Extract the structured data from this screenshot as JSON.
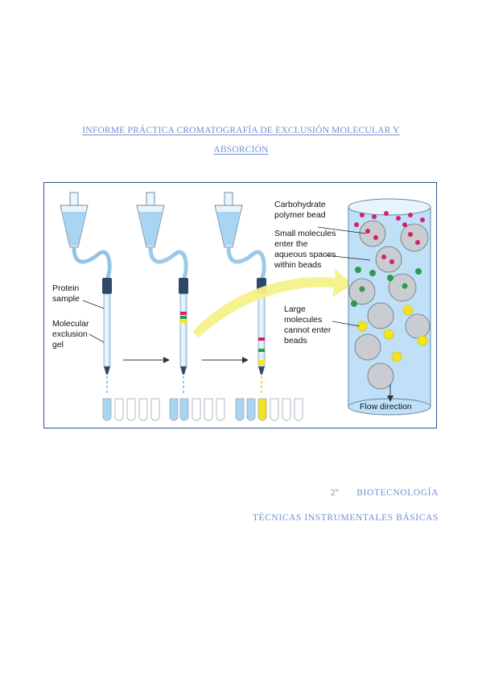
{
  "document": {
    "title_line1": "INFORME PRÁCTICA CROMATOGRAFÍA DE EXCLUSIÓN MOLECULAR Y",
    "title_line2": "ABSORCIÓN",
    "course_number": "2º",
    "course_name": "BIOTECNOLOGÍA",
    "subject": "TÉCNICAS INSTRUMENTALES BÁSICAS"
  },
  "figure": {
    "labels": {
      "protein_sample_1": "Protein",
      "protein_sample_2": "sample",
      "gel_1": "Molecular",
      "gel_2": "exclusion",
      "gel_3": "gel",
      "bead_1": "Carbohydrate",
      "bead_2": "polymer bead",
      "small_1": "Small molecules",
      "small_2": "enter the",
      "small_3": "aqueous spaces",
      "small_4": "within beads",
      "large_1": "Large",
      "large_2": "molecules",
      "large_3": "cannot enter",
      "large_4": "beads",
      "flow": "Flow direction"
    },
    "colors": {
      "liquid": "#a9d4f2",
      "small_molecule": "#d6206e",
      "medium_molecule": "#2e9a4a",
      "large_molecule": "#f2e51d",
      "arrow": "#f6f18a",
      "frame": "#2f4f8f"
    }
  }
}
